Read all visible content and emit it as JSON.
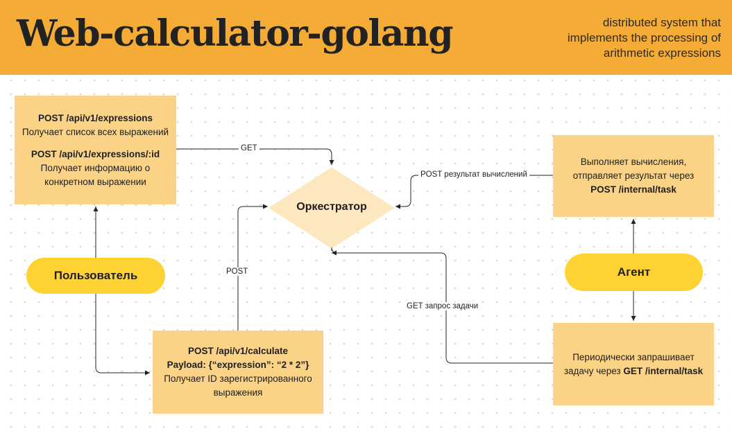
{
  "header": {
    "title": "Web-calculator-golang",
    "subtitle": [
      "distributed system that",
      "implements the processing of",
      "arithmetic expressions"
    ]
  },
  "boxes": {
    "expressions": {
      "line1": "POST /api/v1/expressions",
      "line2": "Получает список всех выражений",
      "line3": "POST /api/v1/expressions/:id",
      "line4": "Получает информацию о",
      "line5": "конкретном выражении"
    },
    "calculate": {
      "line1": "POST /api/v1/calculate",
      "line2": "Payload: {“expression”: “2 * 2”}",
      "line3": "Получает ID зарегистрированного",
      "line4": "выражения"
    },
    "agent_compute": {
      "line1": "Выполняет вычисления,",
      "line2": "отправляет результат через",
      "line3": "POST /internal/task"
    },
    "agent_poll": {
      "line1": "Периодически запрашивает",
      "line2_prefix": "задачу через ",
      "line2_bold": "GET /internal/task"
    }
  },
  "nodes": {
    "user": "Пользователь",
    "agent": "Агент",
    "orchestrator": "Оркестратор"
  },
  "edge_labels": {
    "get": "GET",
    "post": "POST",
    "post_result": "POST результат вычислений",
    "get_task": "GET запрос задачи"
  },
  "colors": {
    "header_bg": "#f5ac36",
    "box_fill": "#fbd386",
    "pill_fill": "#ffd233",
    "diamond_fill": "#fde7bf",
    "line": "#222222"
  }
}
